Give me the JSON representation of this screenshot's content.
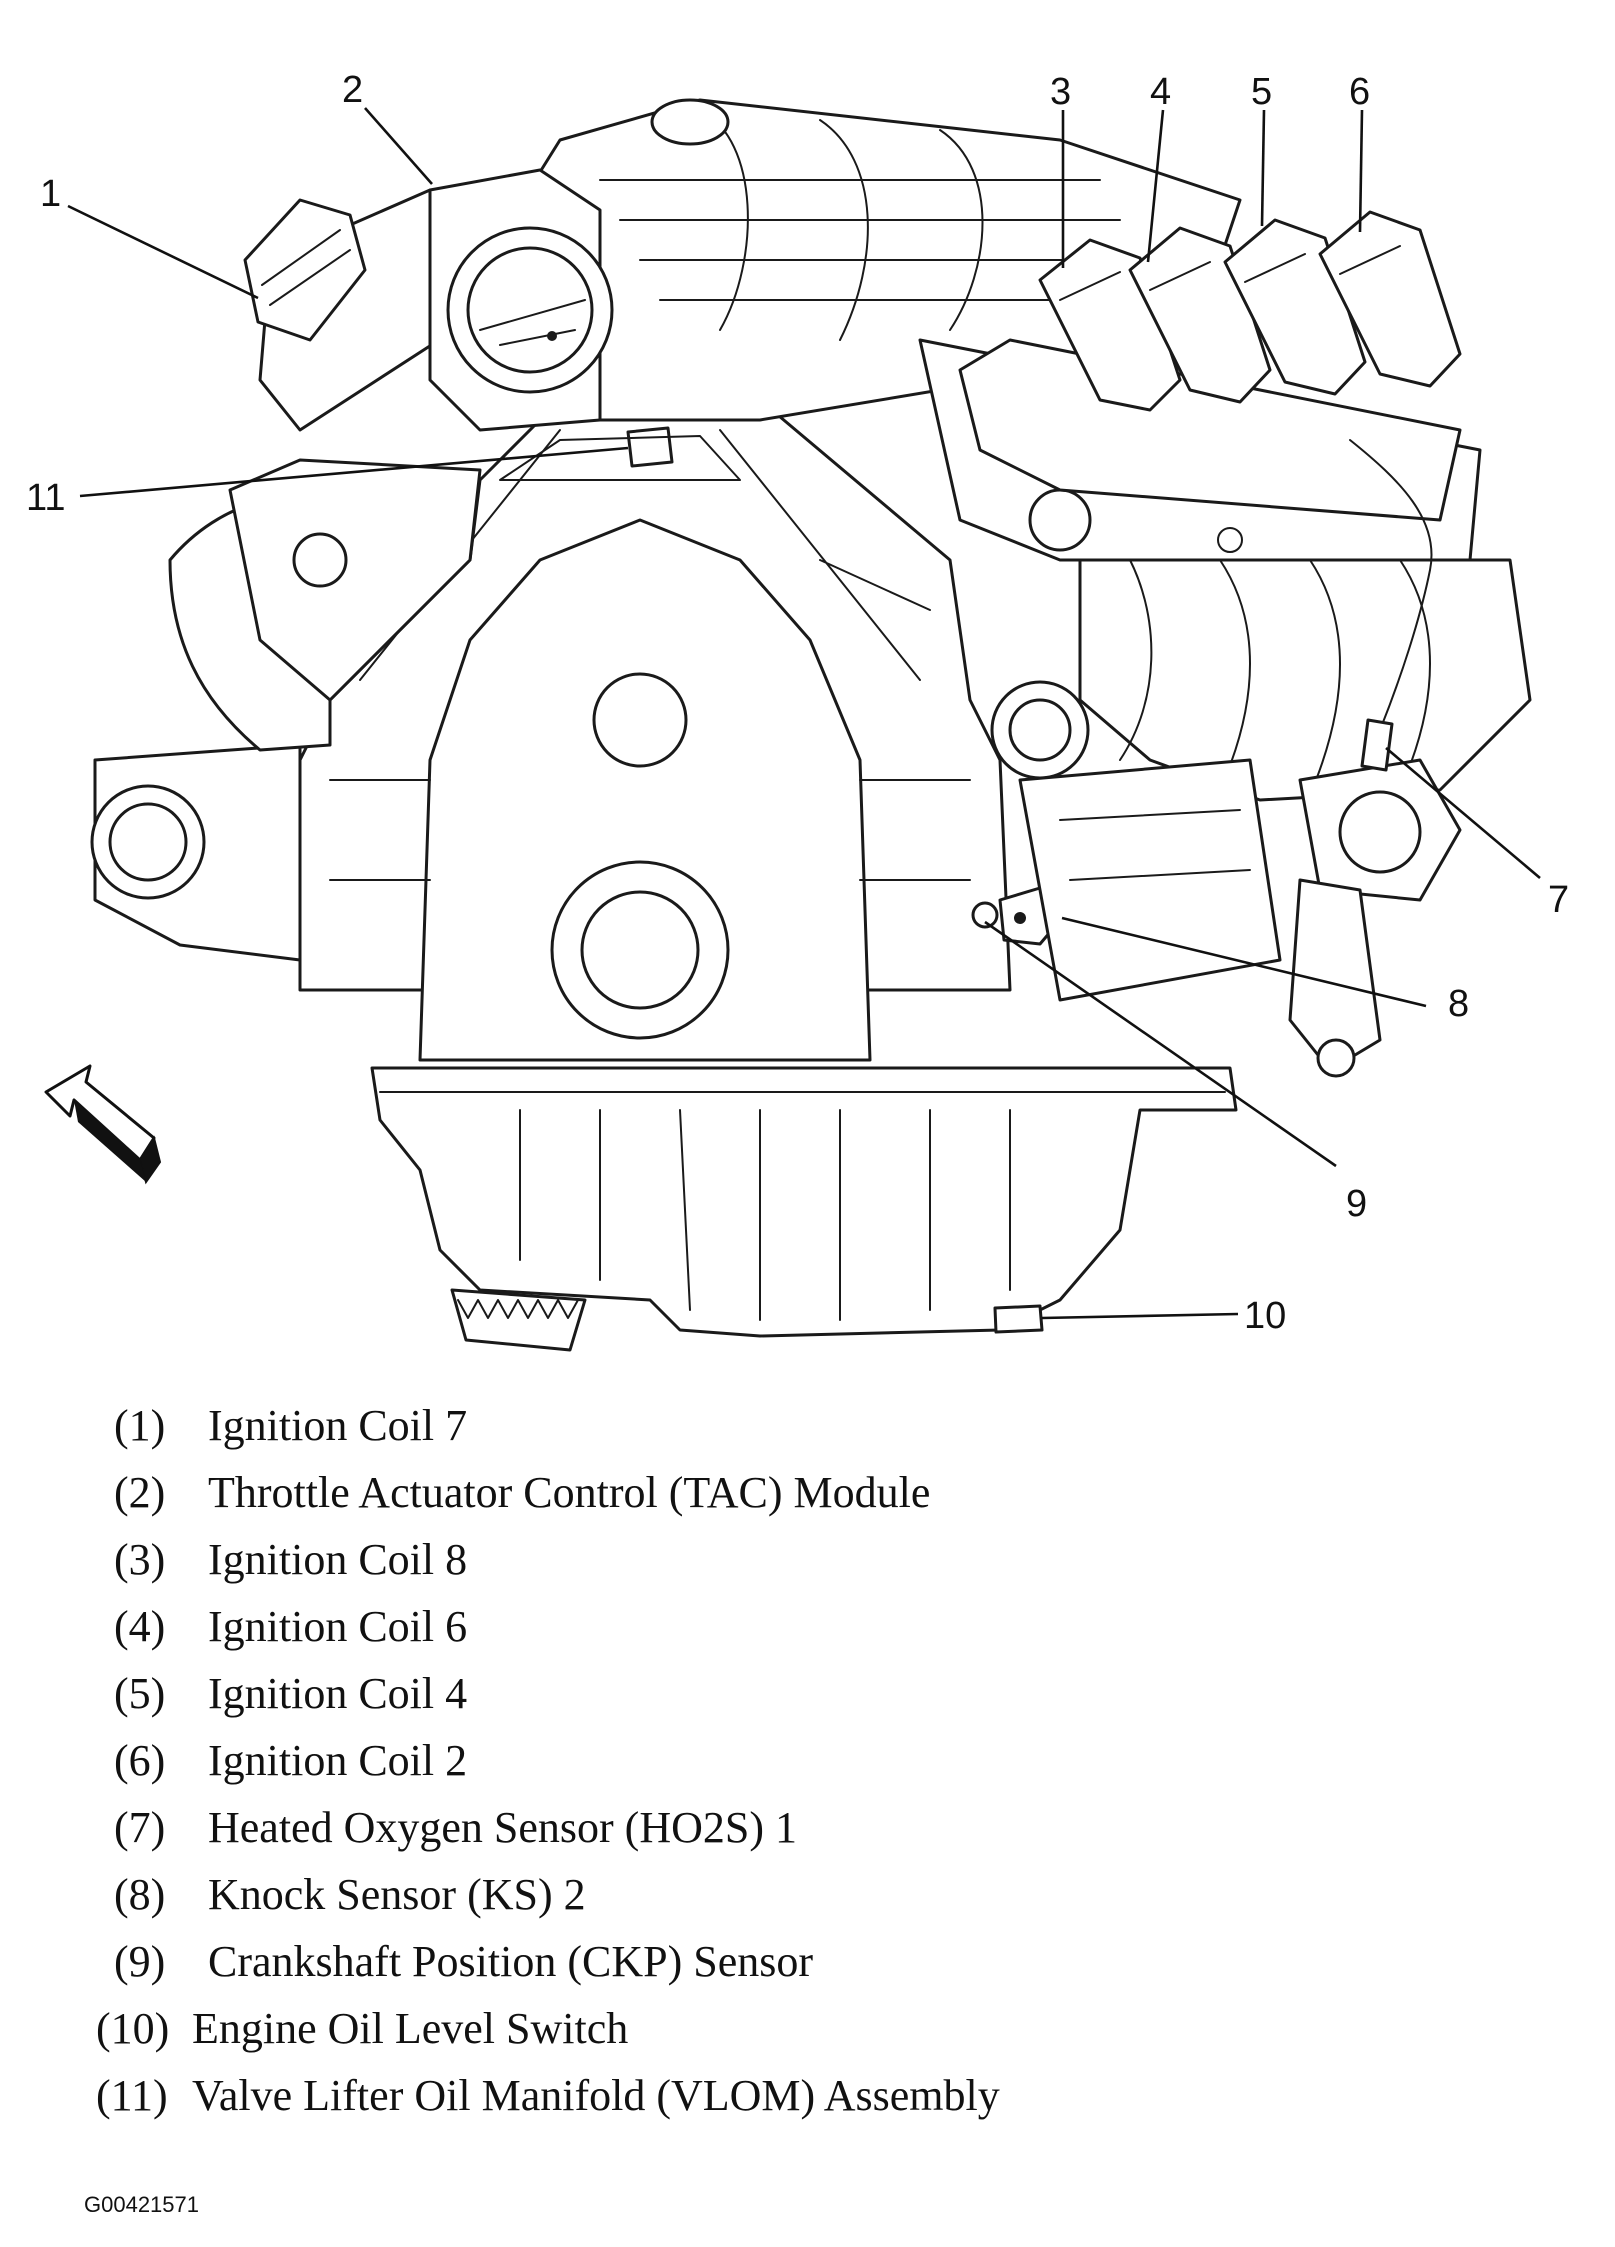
{
  "callouts": [
    "1",
    "2",
    "3",
    "4",
    "5",
    "6",
    "7",
    "8",
    "9",
    "10",
    "11"
  ],
  "legend": [
    {
      "num": "(1)",
      "label": "Ignition Coil 7"
    },
    {
      "num": "(2)",
      "label": "Throttle Actuator Control (TAC) Module"
    },
    {
      "num": "(3)",
      "label": "Ignition Coil 8"
    },
    {
      "num": "(4)",
      "label": "Ignition Coil 6"
    },
    {
      "num": "(5)",
      "label": "Ignition Coil 4"
    },
    {
      "num": "(6)",
      "label": "Ignition Coil 2"
    },
    {
      "num": "(7)",
      "label": "Heated Oxygen Sensor (HO2S) 1"
    },
    {
      "num": "(8)",
      "label": "Knock Sensor (KS) 2"
    },
    {
      "num": "(9)",
      "label": "Crankshaft Position (CKP) Sensor"
    },
    {
      "num": "(10)",
      "label": "Engine Oil Level Switch"
    },
    {
      "num": "(11)",
      "label": "Valve Lifter Oil Manifold (VLOM) Assembly"
    }
  ],
  "figure_id": "G00421571",
  "icons": {
    "direction": "front-direction-arrow-icon"
  }
}
